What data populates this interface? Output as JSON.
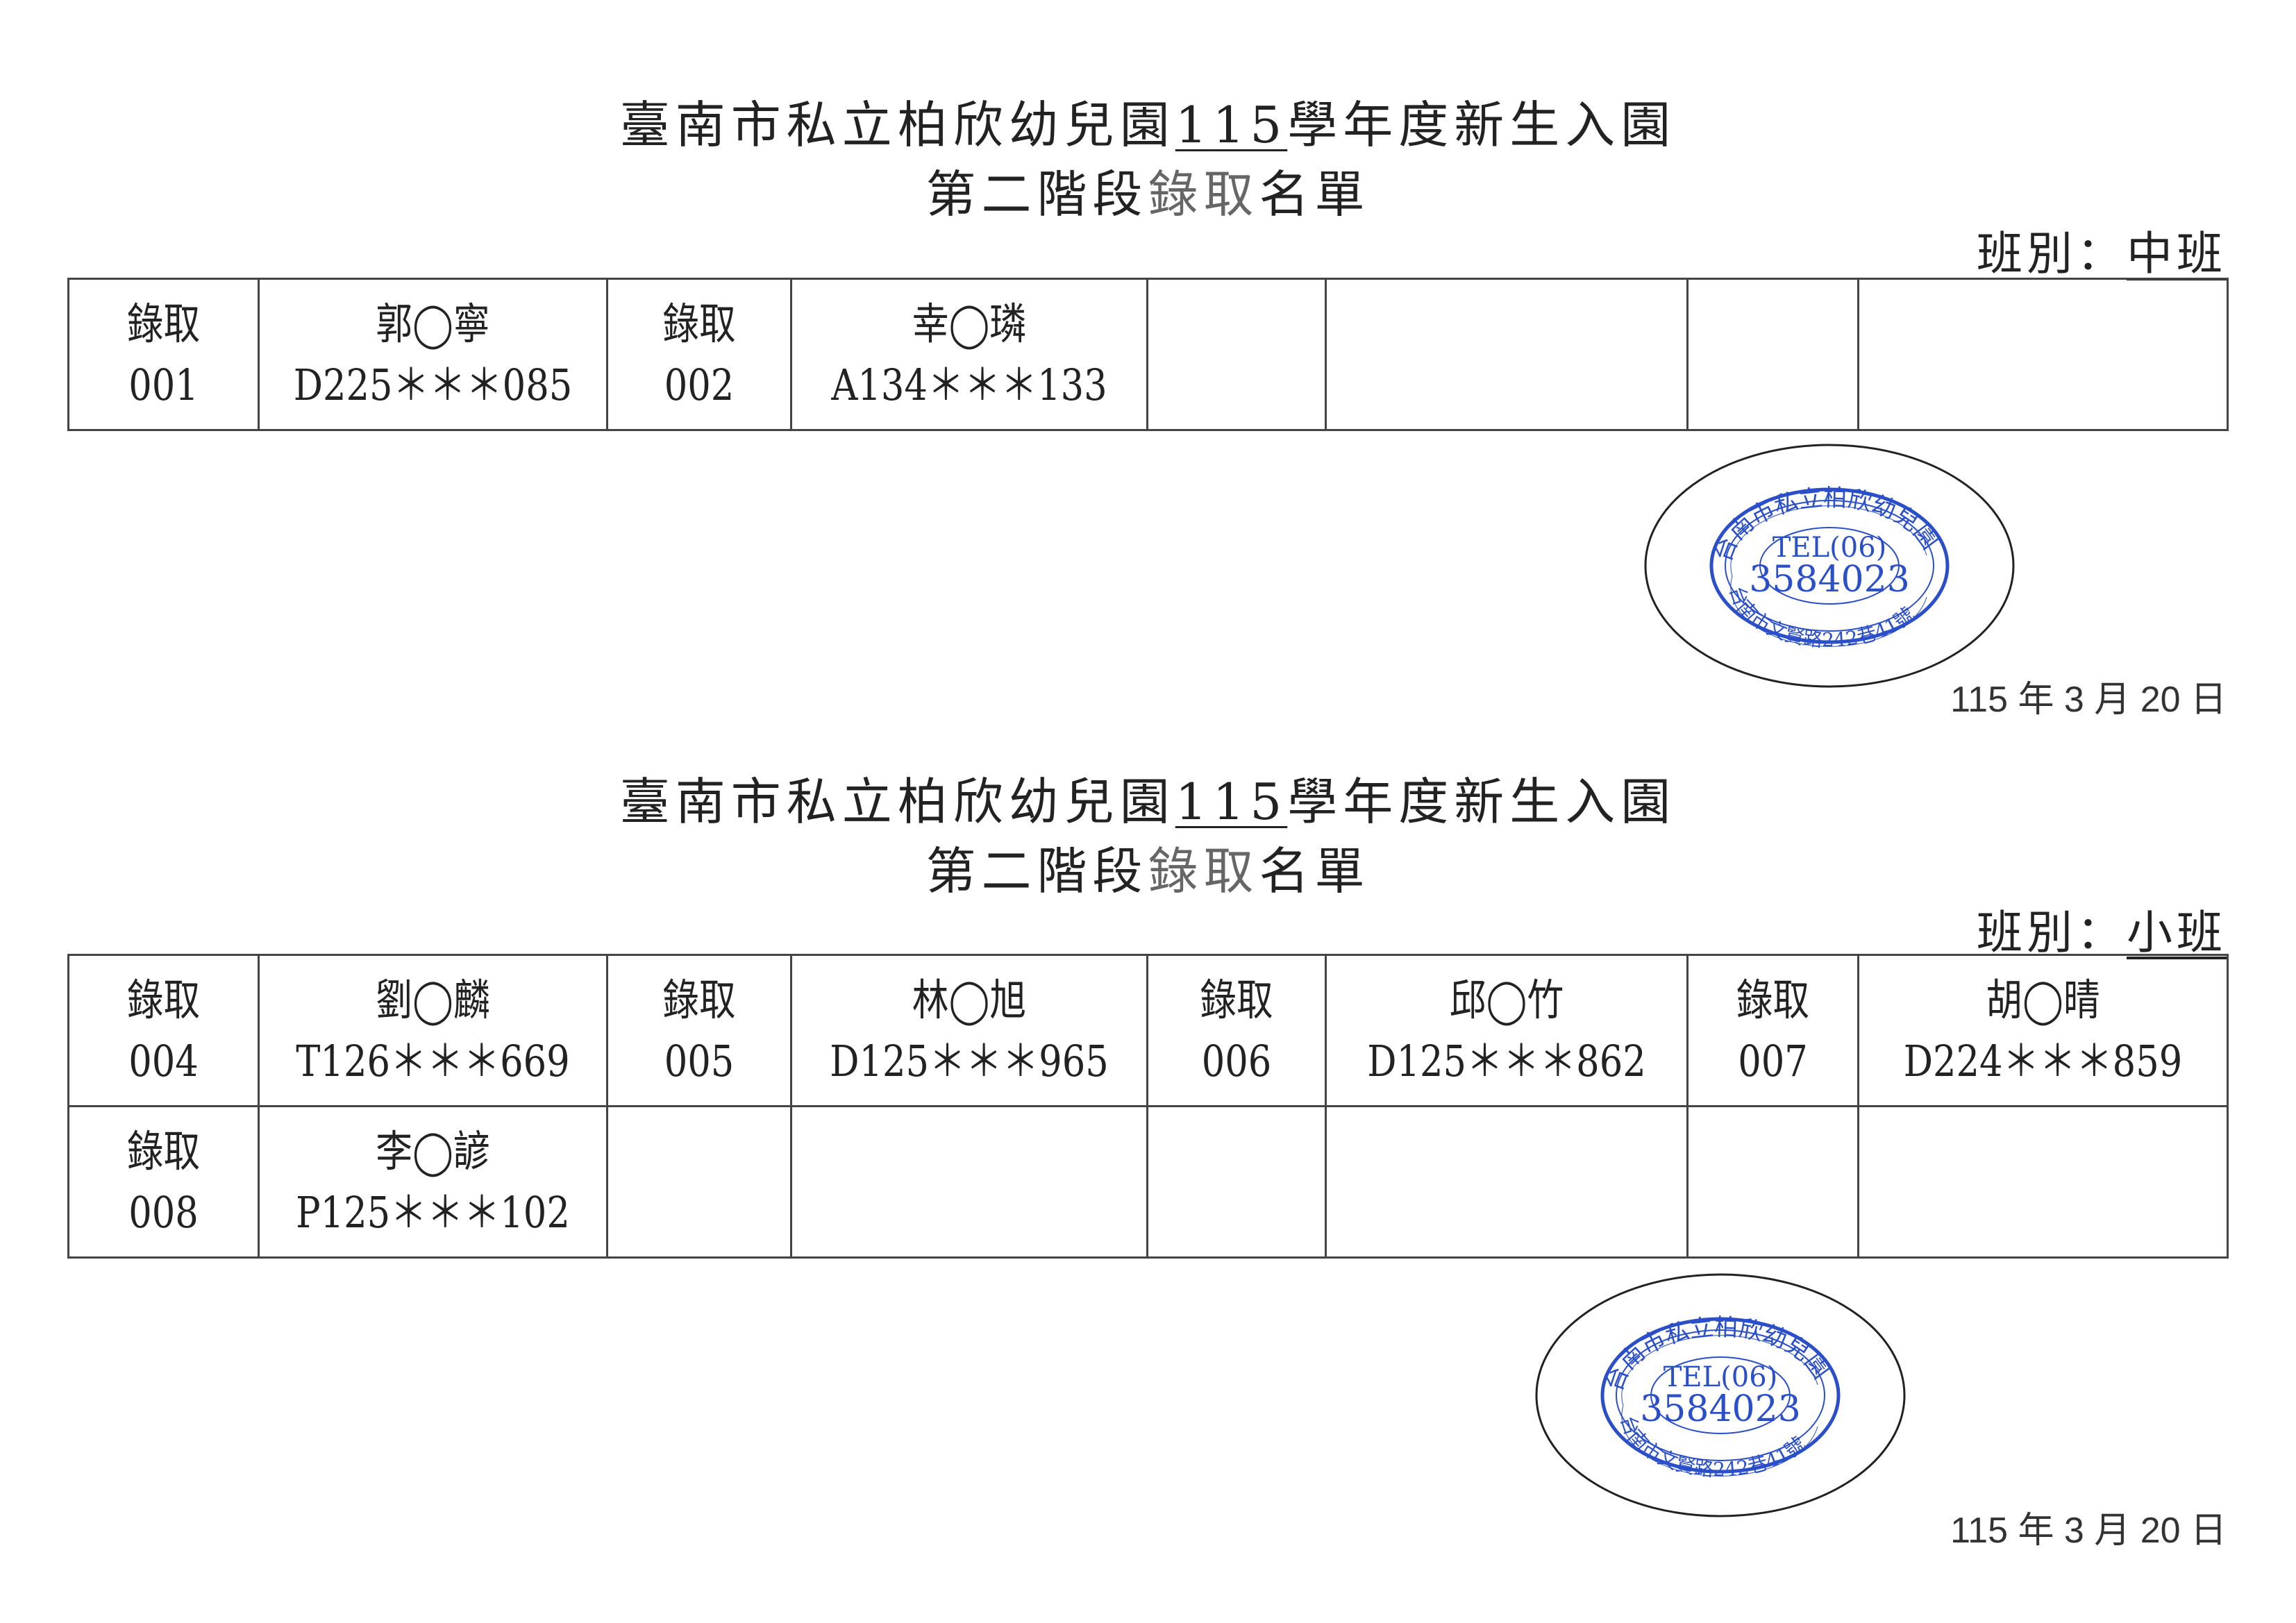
{
  "sections": [
    {
      "title_pre": "臺南市私立柏欣幼兒園",
      "title_year": "115",
      "title_post": "學年度新生入園",
      "subtitle_a": "第二階段",
      "subtitle_b": "錄取",
      "subtitle_c": "名單",
      "class_label": "班別：",
      "class_value": "中班",
      "rows": [
        [
          {
            "a": "錄取",
            "b": "001"
          },
          {
            "a": "郭◯寧",
            "b": "D225＊＊＊085"
          },
          {
            "a": "錄取",
            "b": "002"
          },
          {
            "a": "幸◯璘",
            "b": "A134＊＊＊133"
          },
          {
            "a": "",
            "b": ""
          },
          {
            "a": "",
            "b": ""
          },
          {
            "a": "",
            "b": ""
          },
          {
            "a": "",
            "b": ""
          }
        ]
      ],
      "date": "115 年 3 月 20 日"
    },
    {
      "title_pre": "臺南市私立柏欣幼兒園",
      "title_year": "115",
      "title_post": "學年度新生入園",
      "subtitle_a": "第二階段",
      "subtitle_b": "錄取",
      "subtitle_c": "名單",
      "class_label": "班別：",
      "class_value": "小班",
      "rows": [
        [
          {
            "a": "錄取",
            "b": "004"
          },
          {
            "a": "劉◯麟",
            "b": "T126＊＊＊669"
          },
          {
            "a": "錄取",
            "b": "005"
          },
          {
            "a": "林◯旭",
            "b": "D125＊＊＊965"
          },
          {
            "a": "錄取",
            "b": "006"
          },
          {
            "a": "邱◯竹",
            "b": "D125＊＊＊862"
          },
          {
            "a": "錄取",
            "b": "007"
          },
          {
            "a": "胡◯晴",
            "b": "D224＊＊＊859"
          }
        ],
        [
          {
            "a": "錄取",
            "b": "008"
          },
          {
            "a": "李◯諺",
            "b": "P125＊＊＊102"
          },
          {
            "a": "",
            "b": ""
          },
          {
            "a": "",
            "b": ""
          },
          {
            "a": "",
            "b": ""
          },
          {
            "a": "",
            "b": ""
          },
          {
            "a": "",
            "b": ""
          },
          {
            "a": "",
            "b": ""
          }
        ]
      ],
      "date": "115 年 3 月 20 日"
    }
  ],
  "stamp": {
    "top": "台南市私立柏欣幼兒園",
    "tel": "TEL(06)",
    "number": "3584023",
    "bottom": "台南市文賢路242巷41號",
    "color": "#2b4fc9"
  }
}
